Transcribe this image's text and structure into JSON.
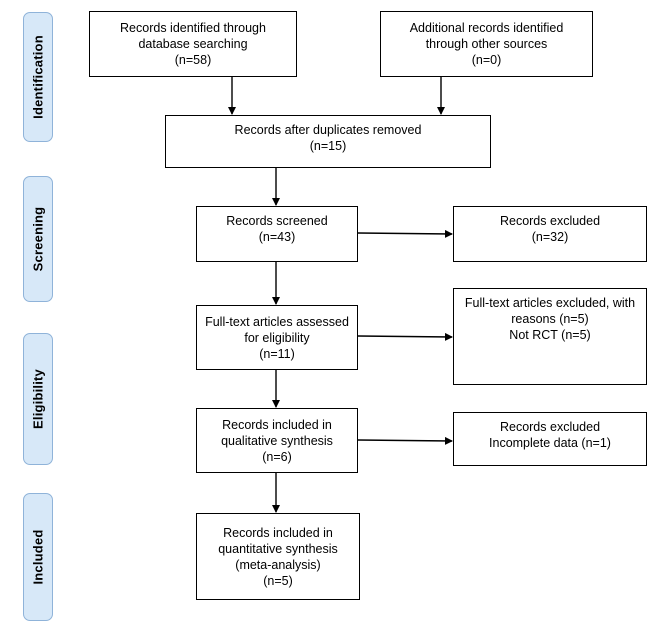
{
  "phases": {
    "identification": "Identification",
    "screening": "Screening",
    "eligibility": "Eligibility",
    "included": "Included"
  },
  "boxes": {
    "db_search": [
      "Records identified through",
      "database searching",
      "(n=58)"
    ],
    "other_sources": [
      "Additional records identified",
      "through other sources",
      "(n=0)"
    ],
    "duplicates_removed": [
      "Records after duplicates removed",
      "(n=15)"
    ],
    "screened": [
      "Records screened",
      "(n=43)"
    ],
    "excluded_screening": [
      "Records excluded",
      "(n=32)"
    ],
    "fulltext_assessed": [
      "Full-text articles assessed",
      "for eligibility",
      "(n=11)"
    ],
    "fulltext_excluded": [
      "Full-text articles excluded, with",
      "reasons (n=5)",
      "Not RCT (n=5)"
    ],
    "qualitative": [
      "Records included in",
      "qualitative synthesis",
      "(n=6)"
    ],
    "excluded_incomplete": [
      "Records excluded",
      "Incomplete data (n=1)"
    ],
    "quantitative": [
      "Records included in",
      "quantitative synthesis",
      "(meta-analysis)",
      "(n=5)"
    ]
  }
}
